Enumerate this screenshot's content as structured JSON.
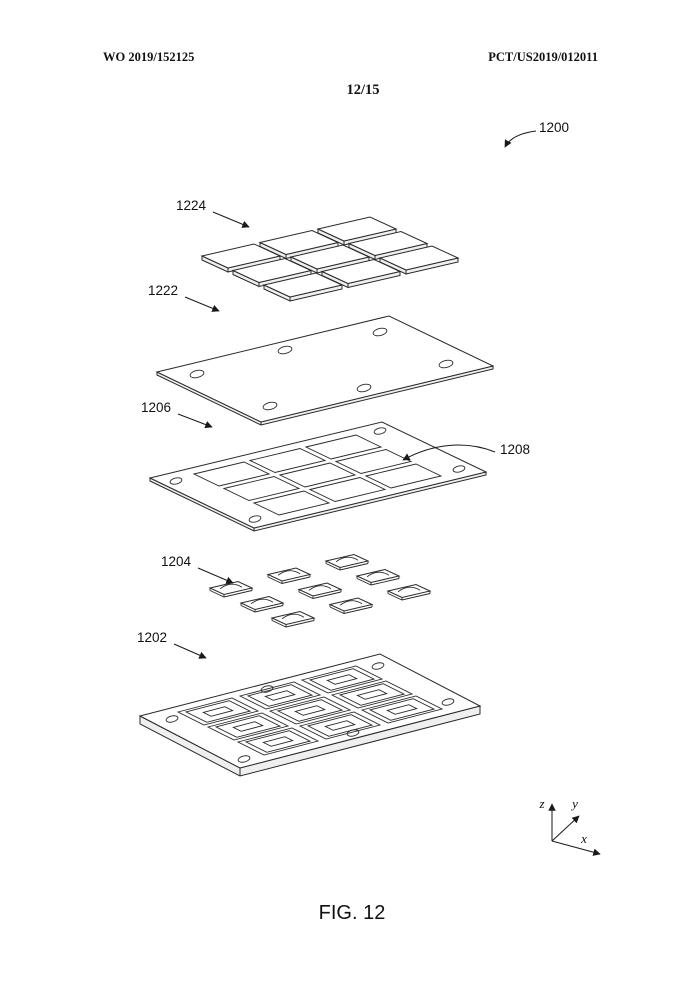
{
  "page": {
    "header_left": "WO 2019/152125",
    "header_right": "PCT/US2019/012011",
    "page_number": "12/15",
    "figure_caption": "FIG. 12"
  },
  "figure": {
    "assembly_ref": "1200",
    "labels": {
      "l1224": "1224",
      "l1222": "1222",
      "l1206": "1206",
      "l1208": "1208",
      "l1204": "1204",
      "l1202": "1202"
    },
    "axes": {
      "x": "x",
      "y": "y",
      "z": "z"
    }
  }
}
